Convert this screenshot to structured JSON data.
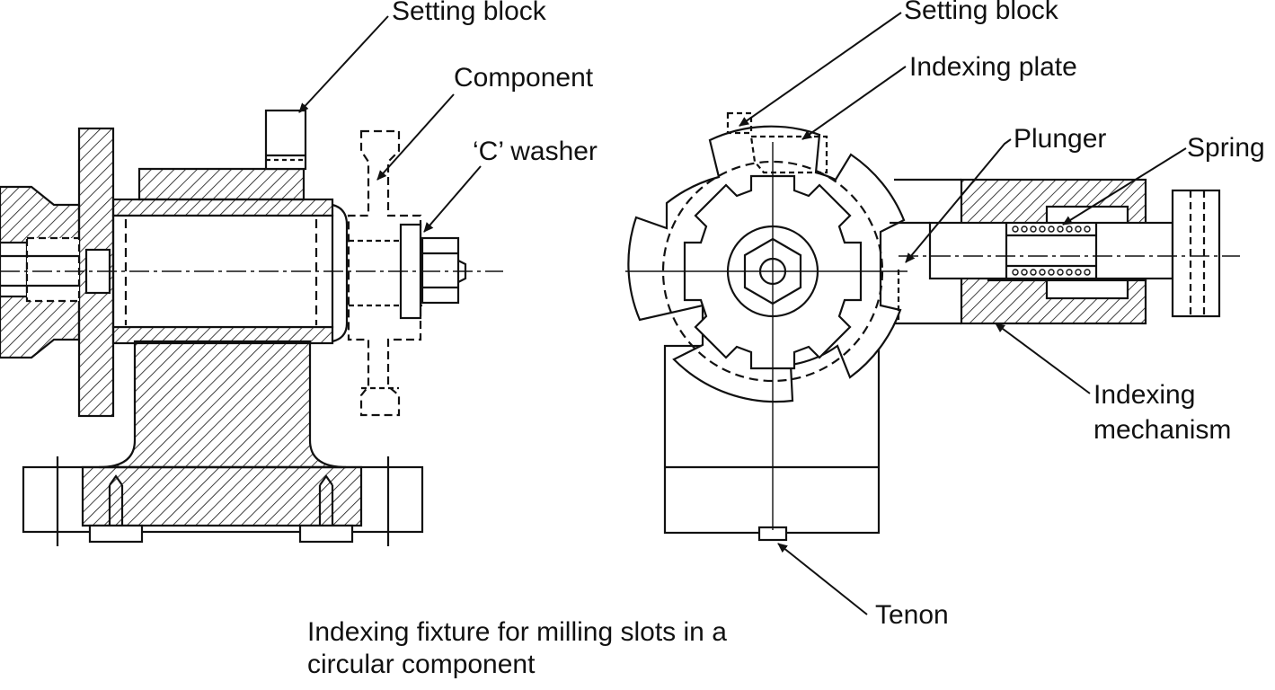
{
  "labels": {
    "setting_block_left": "Setting block",
    "component": "Component",
    "c_washer": "‘C’ washer",
    "setting_block_right": "Setting block",
    "indexing_plate": "Indexing plate",
    "plunger": "Plunger",
    "spring": "Spring",
    "indexing_mechanism_line1": "Indexing",
    "indexing_mechanism_line2": "mechanism",
    "tenon": "Tenon"
  },
  "caption": {
    "line1": "Indexing fixture for milling slots in a",
    "line2": "circular component"
  },
  "colors": {
    "ink": "#111111",
    "background": "#ffffff"
  }
}
